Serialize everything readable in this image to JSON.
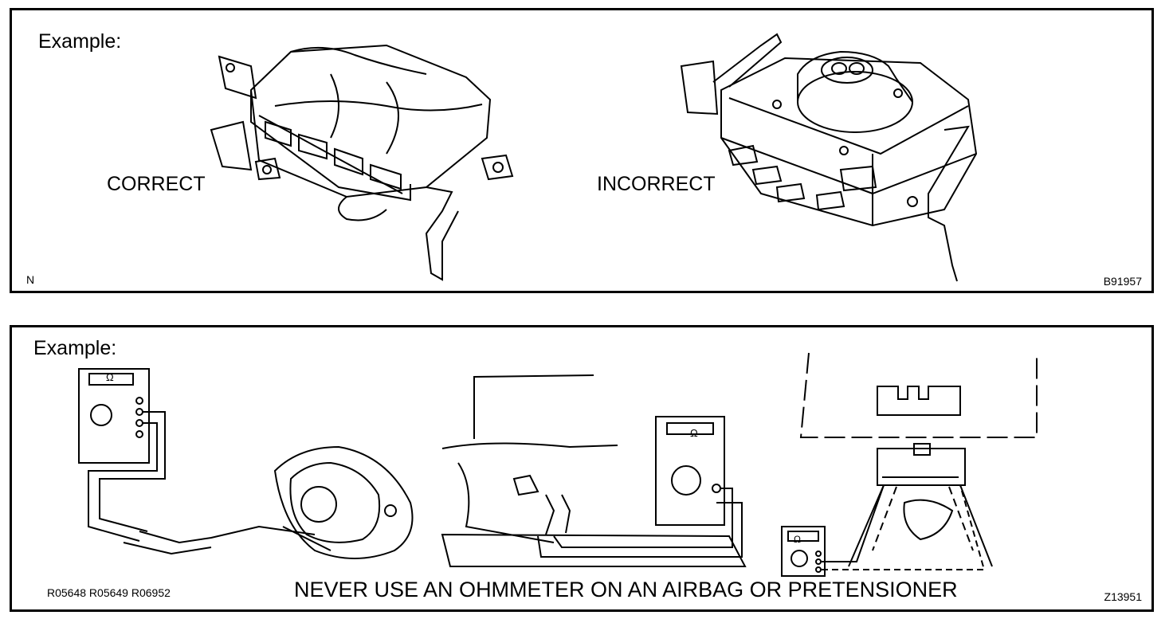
{
  "top_panel": {
    "example_label": "Example:",
    "correct_label": "CORRECT",
    "incorrect_label": "INCORRECT",
    "corner_letter": "N",
    "figure_code": "B91957"
  },
  "bottom_panel": {
    "example_label": "Example:",
    "ohmmeter_symbol": "Ω",
    "warning_text": "NEVER USE AN OHMMETER ON AN AIRBAG OR PRETENSIONER",
    "reference_codes": "R05648 R05649 R06952",
    "figure_code": "Z13951"
  },
  "colors": {
    "line": "#000000",
    "background": "#ffffff"
  }
}
